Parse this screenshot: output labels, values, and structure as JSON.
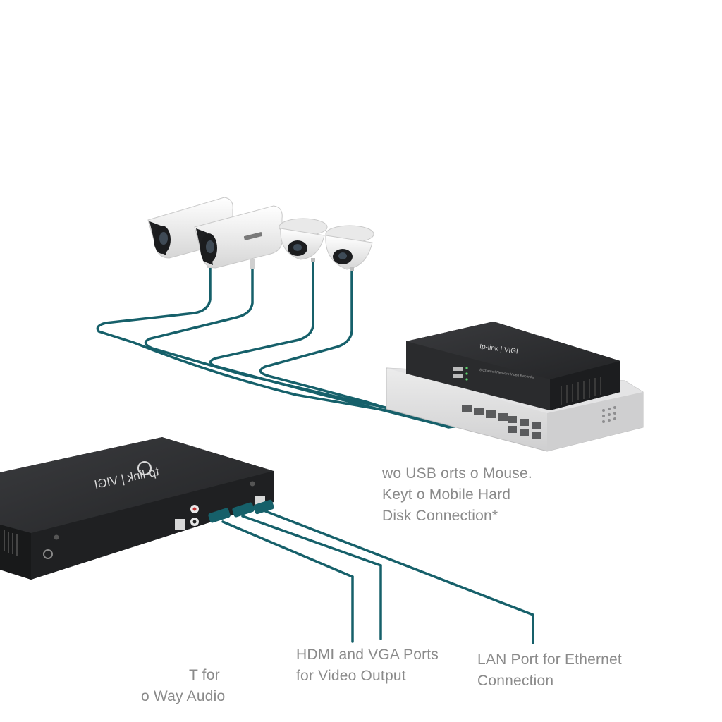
{
  "callouts": {
    "usb": {
      "line1": "wo USB  orts   o Mouse.",
      "line2": "Keyt        o Mobile Hard",
      "line3": "Disk Connection*"
    },
    "hdmi": {
      "line1": "HDMI and VGA Ports",
      "line2": "for Video Output"
    },
    "lan": {
      "line1": "LAN Port for Ethernet",
      "line2": "Connection"
    },
    "audio": {
      "line1": "T for",
      "line2": "o Way Audio"
    }
  },
  "devices": {
    "nvr_front_brand": "tp-link | VIGI",
    "nvr_back_brand": "tp-link | VIGI",
    "nvr_front_subtitle": "8 Channel Network Video Recorder"
  },
  "colors": {
    "cable": "#16606a",
    "nvr_body": "#2b2c2e",
    "switch_body": "#d9dadb",
    "camera_body": "#f2f2f2"
  }
}
